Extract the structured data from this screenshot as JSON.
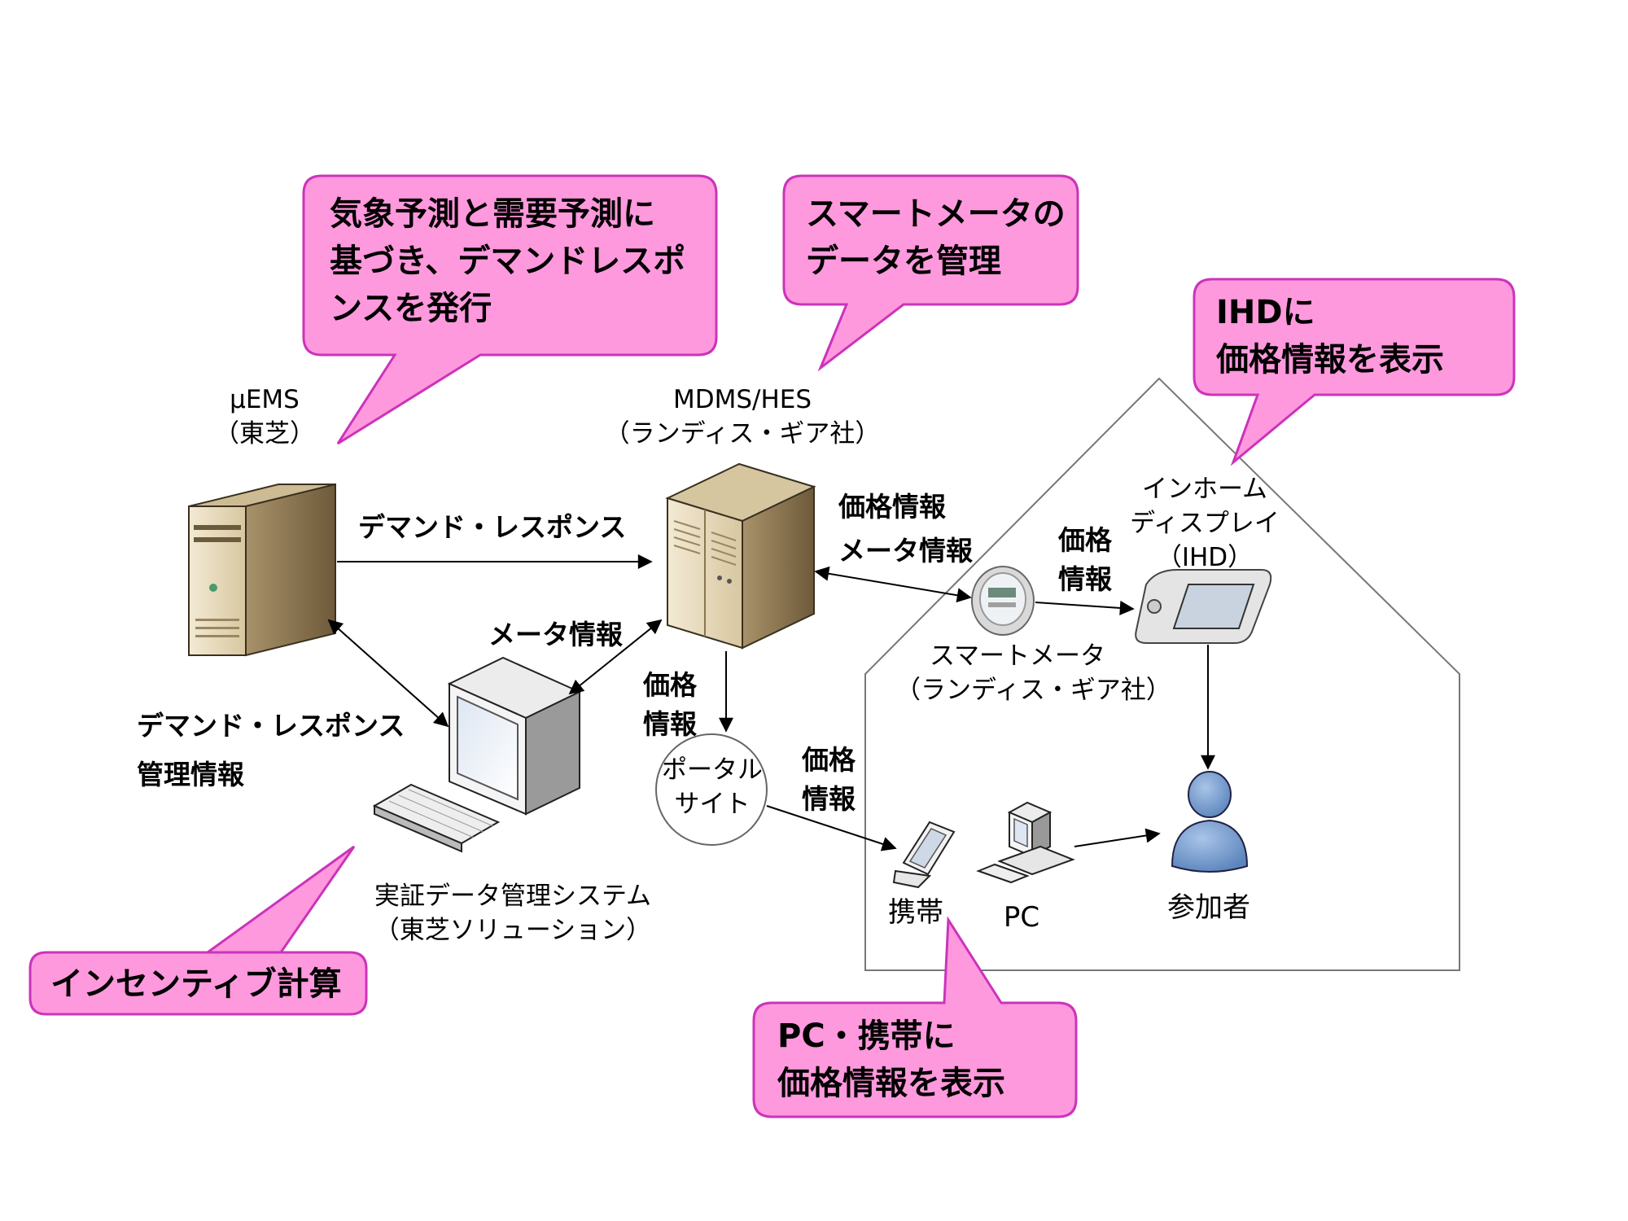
{
  "callouts": {
    "uems_callout": [
      "気象予測と需要予測に",
      "基づき、デマンドレスポ",
      "ンスを発行"
    ],
    "mdms_callout": [
      "スマートメータの",
      "データを管理"
    ],
    "ihd_callout": [
      "IHDに",
      "価格情報を表示"
    ],
    "incentive_callout": [
      "インセンティブ計算"
    ],
    "pc_callout": [
      "PC・携帯に",
      "価格情報を表示"
    ]
  },
  "nodes": {
    "uems": [
      "μEMS",
      "（東芝）"
    ],
    "mdms": [
      "MDMS/HES",
      "（ランディス・ギア社）"
    ],
    "data_system": [
      "実証データ管理システム",
      "（東芝ソリューション）"
    ],
    "portal": [
      "ポータル",
      "サイト"
    ],
    "smart_meter": [
      "スマートメータ",
      "（ランディス・ギア社）"
    ],
    "ihd": [
      "インホーム",
      "ディスプレイ",
      "（IHD）"
    ],
    "mobile": "携帯",
    "pc": "PC",
    "participant": "参加者"
  },
  "flows": {
    "uems_to_mdms": "デマンド・レスポンス",
    "dms_to_mdms": "メータ情報",
    "uems_dms": [
      "デマンド・レスポンス",
      "管理情報"
    ],
    "mdms_meter": [
      "価格情報",
      "メータ情報"
    ],
    "meter_ihd": [
      "価格",
      "情報"
    ],
    "mdms_portal": [
      "価格",
      "情報"
    ],
    "portal_mobile": [
      "価格",
      "情報"
    ]
  },
  "colors": {
    "callout_fill": "#ff99dd",
    "callout_stroke": "#cc33bb",
    "person_fill": "#7fa6d6",
    "server_fill": "#e8dcc0"
  }
}
